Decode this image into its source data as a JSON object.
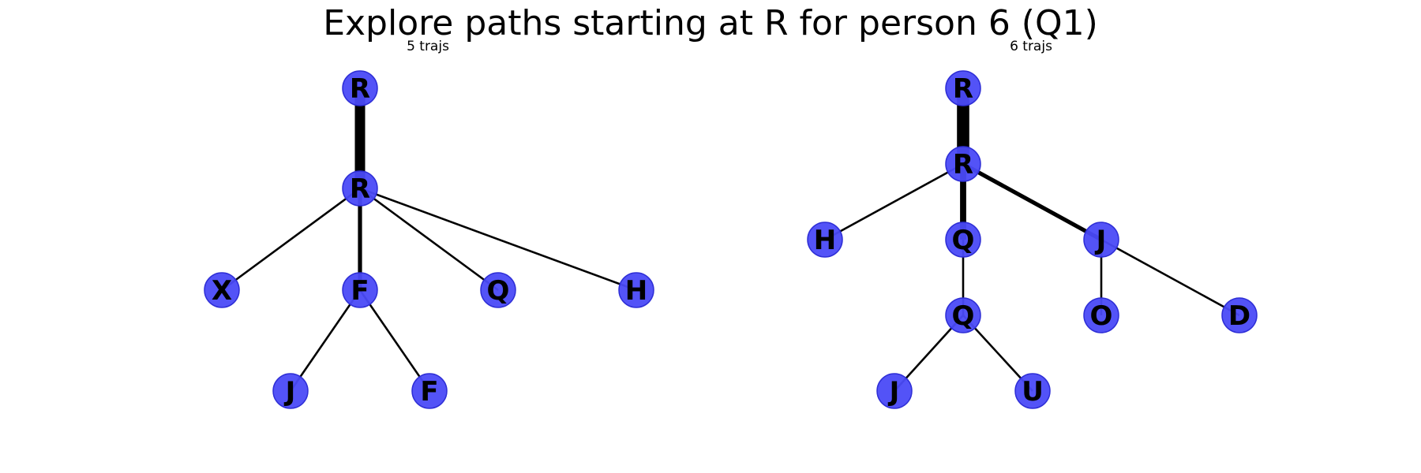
{
  "title": "Explore paths starting at R for person 6 (Q1)",
  "node_color": "#4a4af7",
  "node_stroke": "#2e2ed6",
  "edge_color": "#000000",
  "trees": [
    {
      "subtitle": "5 trajs",
      "nodes": [
        {
          "id": "a0",
          "label": "R"
        },
        {
          "id": "a1",
          "label": "R"
        },
        {
          "id": "a2",
          "label": "X"
        },
        {
          "id": "a3",
          "label": "F"
        },
        {
          "id": "a4",
          "label": "Q"
        },
        {
          "id": "a5",
          "label": "H"
        },
        {
          "id": "a6",
          "label": "J"
        },
        {
          "id": "a7",
          "label": "F"
        }
      ],
      "edges": [
        {
          "from": "a0",
          "to": "a1",
          "count": 5
        },
        {
          "from": "a1",
          "to": "a2",
          "count": 1
        },
        {
          "from": "a1",
          "to": "a3",
          "count": 2
        },
        {
          "from": "a1",
          "to": "a4",
          "count": 1
        },
        {
          "from": "a1",
          "to": "a5",
          "count": 1
        },
        {
          "from": "a3",
          "to": "a6",
          "count": 1
        },
        {
          "from": "a3",
          "to": "a7",
          "count": 1
        }
      ]
    },
    {
      "subtitle": "6 trajs",
      "nodes": [
        {
          "id": "b0",
          "label": "R"
        },
        {
          "id": "b1",
          "label": "R"
        },
        {
          "id": "b2",
          "label": "H"
        },
        {
          "id": "b3",
          "label": "Q"
        },
        {
          "id": "b4",
          "label": "J"
        },
        {
          "id": "b5",
          "label": "Q"
        },
        {
          "id": "b6",
          "label": "O"
        },
        {
          "id": "b7",
          "label": "D"
        },
        {
          "id": "b8",
          "label": "J"
        },
        {
          "id": "b9",
          "label": "U"
        }
      ],
      "edges": [
        {
          "from": "b0",
          "to": "b1",
          "count": 6
        },
        {
          "from": "b1",
          "to": "b2",
          "count": 1
        },
        {
          "from": "b1",
          "to": "b3",
          "count": 3
        },
        {
          "from": "b1",
          "to": "b4",
          "count": 2
        },
        {
          "from": "b3",
          "to": "b5",
          "count": 1
        },
        {
          "from": "b4",
          "to": "b6",
          "count": 1
        },
        {
          "from": "b4",
          "to": "b7",
          "count": 1
        },
        {
          "from": "b5",
          "to": "b8",
          "count": 1
        },
        {
          "from": "b5",
          "to": "b9",
          "count": 1
        }
      ]
    }
  ]
}
